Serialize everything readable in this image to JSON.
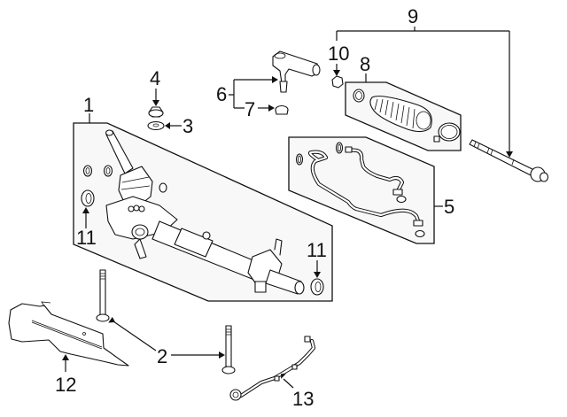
{
  "diagram": {
    "title": "Steering gear & linkage exploded parts diagram",
    "background": "#ffffff",
    "line_color": "#111111",
    "panel_fill": "#f8f8f8",
    "callouts": [
      {
        "id": "1",
        "label": "1",
        "part": "steering-gear-assembly"
      },
      {
        "id": "2a",
        "label": "2",
        "part": "mounting-bolt"
      },
      {
        "id": "3",
        "label": "3",
        "part": "washer"
      },
      {
        "id": "4",
        "label": "4",
        "part": "nut"
      },
      {
        "id": "5",
        "label": "5",
        "part": "pressure-line-kit"
      },
      {
        "id": "6",
        "label": "6",
        "part": "outer-tie-rod-end"
      },
      {
        "id": "7",
        "label": "7",
        "part": "tie-rod-nut"
      },
      {
        "id": "8",
        "label": "8",
        "part": "boot-kit"
      },
      {
        "id": "9",
        "label": "9",
        "part": "inner-tie-rod-kit"
      },
      {
        "id": "10",
        "label": "10",
        "part": "jam-nut"
      },
      {
        "id": "11a",
        "label": "11",
        "part": "seal-left"
      },
      {
        "id": "11b",
        "label": "11",
        "part": "seal-right"
      },
      {
        "id": "12",
        "label": "12",
        "part": "heat-shield"
      },
      {
        "id": "13",
        "label": "13",
        "part": "wire-harness"
      }
    ]
  }
}
